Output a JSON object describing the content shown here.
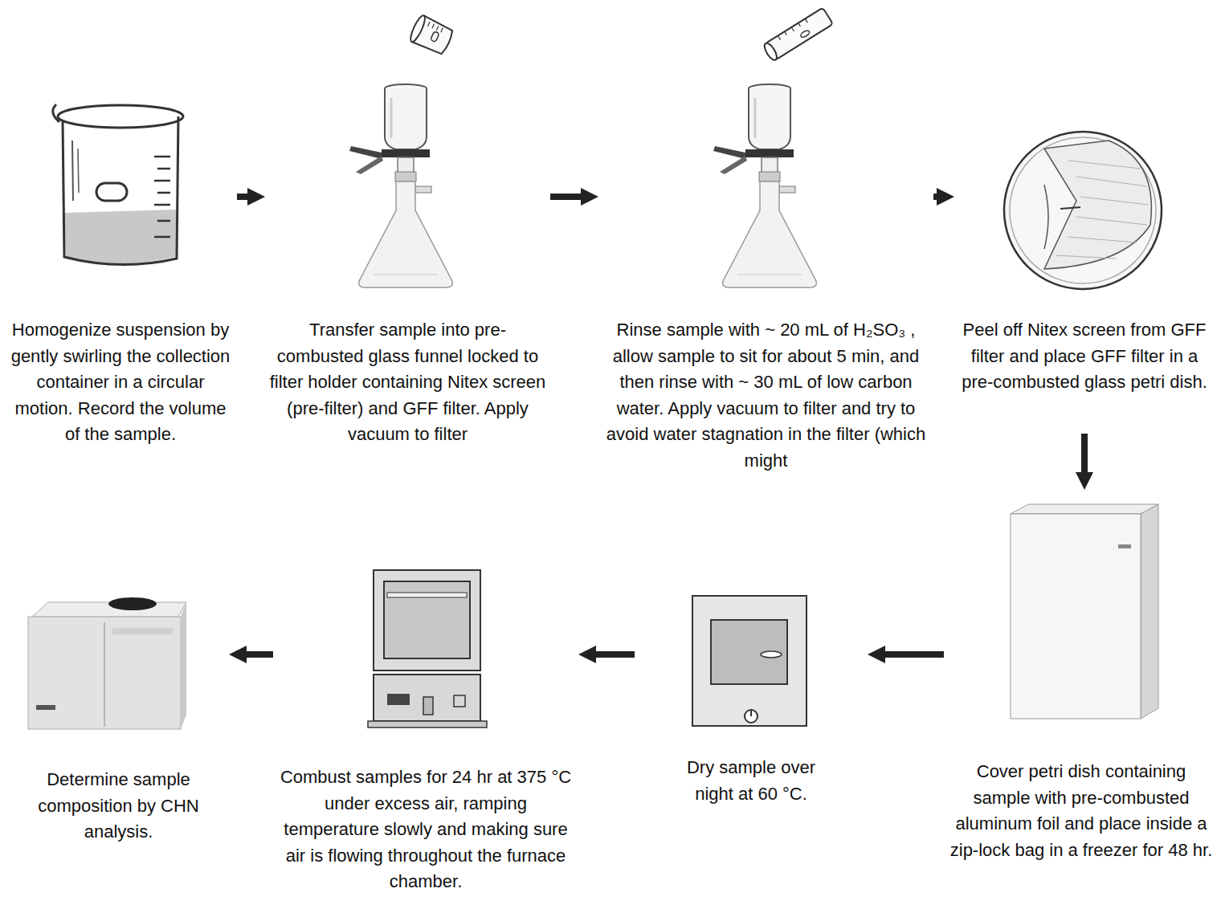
{
  "diagram": {
    "nodes": [
      {
        "text": [
          "Homogenize suspension by gently swirling the collection container in a circular motion. Record the volume of the sample."
        ]
      },
      {
        "text": [
          "Transfer sample into pre-combusted glass funnel locked to filter holder containing Nitex screen (pre-filter) and GFF filter. Apply vacuum to filter"
        ]
      },
      {
        "text": [
          "Rinse sample with ~ 20 mL of H₂SO₃ , allow sample to sit for about 5 min, and then rinse with ~ 30 mL of low carbon water. Apply vacuum to filter and try to avoid water stagnation in the filter (which might"
        ]
      },
      {
        "text": [
          "Peel off Nitex screen from GFF filter and place GFF filter in a pre-combusted glass petri dish."
        ]
      },
      {
        "text": [
          "Cover petri dish containing sample with pre-combusted aluminum foil and place inside a zip-lock bag in a freezer for 48 hr."
        ]
      },
      {
        "text": [
          "Dry sample over night at 60 °C."
        ]
      },
      {
        "text": [
          "Combust samples for 24 hr at 375 °C under excess air, ramping temperature slowly and making sure air is flowing throughout the furnace chamber."
        ]
      },
      {
        "text": [
          "Determine sample composition by CHN analysis."
        ]
      }
    ],
    "edges": [
      {
        "from": 0,
        "to": 1,
        "arrow": "to"
      },
      {
        "from": 1,
        "to": 2,
        "arrow": "to"
      },
      {
        "from": 2,
        "to": 3,
        "arrow": "to"
      },
      {
        "from": 3,
        "to": 4,
        "arrow": "to"
      },
      {
        "from": 4,
        "to": 5,
        "arrow": "to"
      },
      {
        "from": 5,
        "to": 6,
        "arrow": "to"
      },
      {
        "from": 6,
        "to": 7,
        "arrow": "to"
      }
    ]
  }
}
